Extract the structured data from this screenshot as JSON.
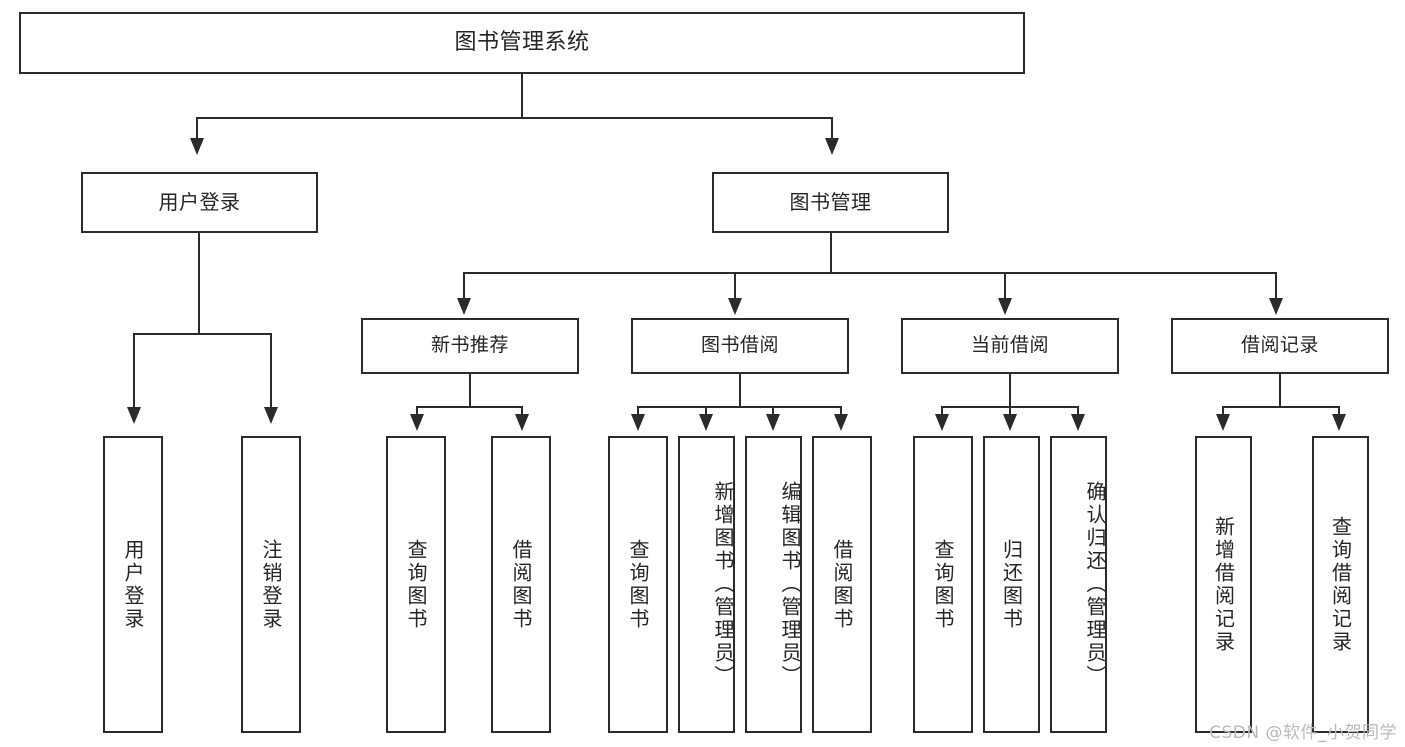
{
  "diagram": {
    "type": "tree",
    "title": "图书管理系统",
    "root": {
      "label": "图书管理系统"
    },
    "level1": [
      {
        "label": "用户登录"
      },
      {
        "label": "图书管理"
      }
    ],
    "level2": [
      {
        "label": "新书推荐"
      },
      {
        "label": "图书借阅"
      },
      {
        "label": "当前借阅"
      },
      {
        "label": "借阅记录"
      }
    ],
    "leaves": {
      "user_login": [
        {
          "label": "用户登录"
        },
        {
          "label": "注销登录"
        }
      ],
      "new_book_recommend": [
        {
          "label": "查询图书"
        },
        {
          "label": "借阅图书"
        }
      ],
      "book_borrow": [
        {
          "label": "查询图书"
        },
        {
          "label": "新增图书（管理员）"
        },
        {
          "label": "编辑图书（管理员）"
        },
        {
          "label": "借阅图书"
        }
      ],
      "current_borrow": [
        {
          "label": "查询图书"
        },
        {
          "label": "归还图书"
        },
        {
          "label": "确认归还（管理员）"
        }
      ],
      "borrow_record": [
        {
          "label": "新增借阅记录"
        },
        {
          "label": "查询借阅记录"
        }
      ]
    }
  },
  "watermark": {
    "text": "CSDN @软件_小贺同学"
  },
  "colors": {
    "stroke": "#2b2b2b",
    "text": "#252525",
    "background": "#ffffff",
    "watermark": "#b9b9b9"
  }
}
